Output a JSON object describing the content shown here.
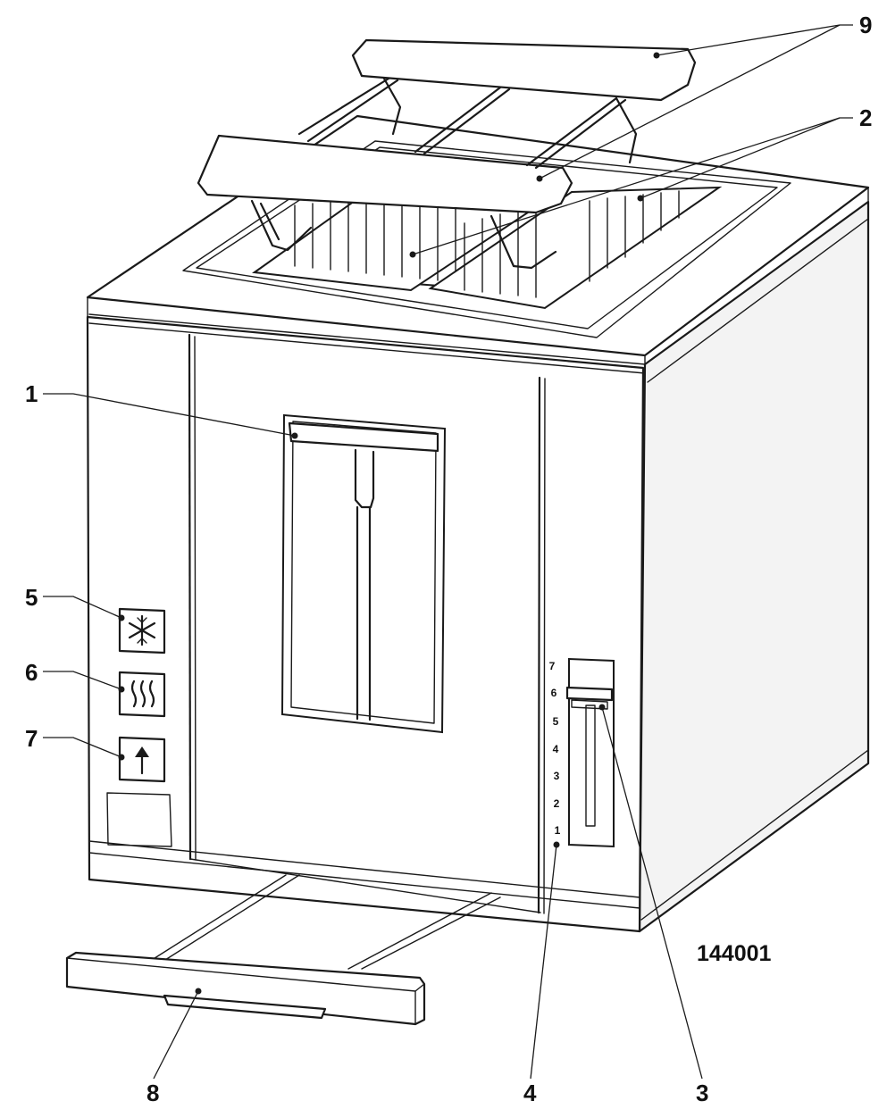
{
  "figure": {
    "id_code": "144001",
    "callouts": [
      {
        "key": "c1",
        "label": "1"
      },
      {
        "key": "c2",
        "label": "2"
      },
      {
        "key": "c3",
        "label": "3"
      },
      {
        "key": "c4",
        "label": "4"
      },
      {
        "key": "c5",
        "label": "5"
      },
      {
        "key": "c6",
        "label": "6"
      },
      {
        "key": "c7",
        "label": "7"
      },
      {
        "key": "c8",
        "label": "8"
      },
      {
        "key": "c9",
        "label": "9"
      }
    ],
    "browning_scale": [
      "7",
      "6",
      "5",
      "4",
      "3",
      "2",
      "1"
    ],
    "button_icons": {
      "defrost": "snowflake-icon",
      "reheat": "heat-waves-icon",
      "cancel": "up-arrow-icon"
    }
  }
}
